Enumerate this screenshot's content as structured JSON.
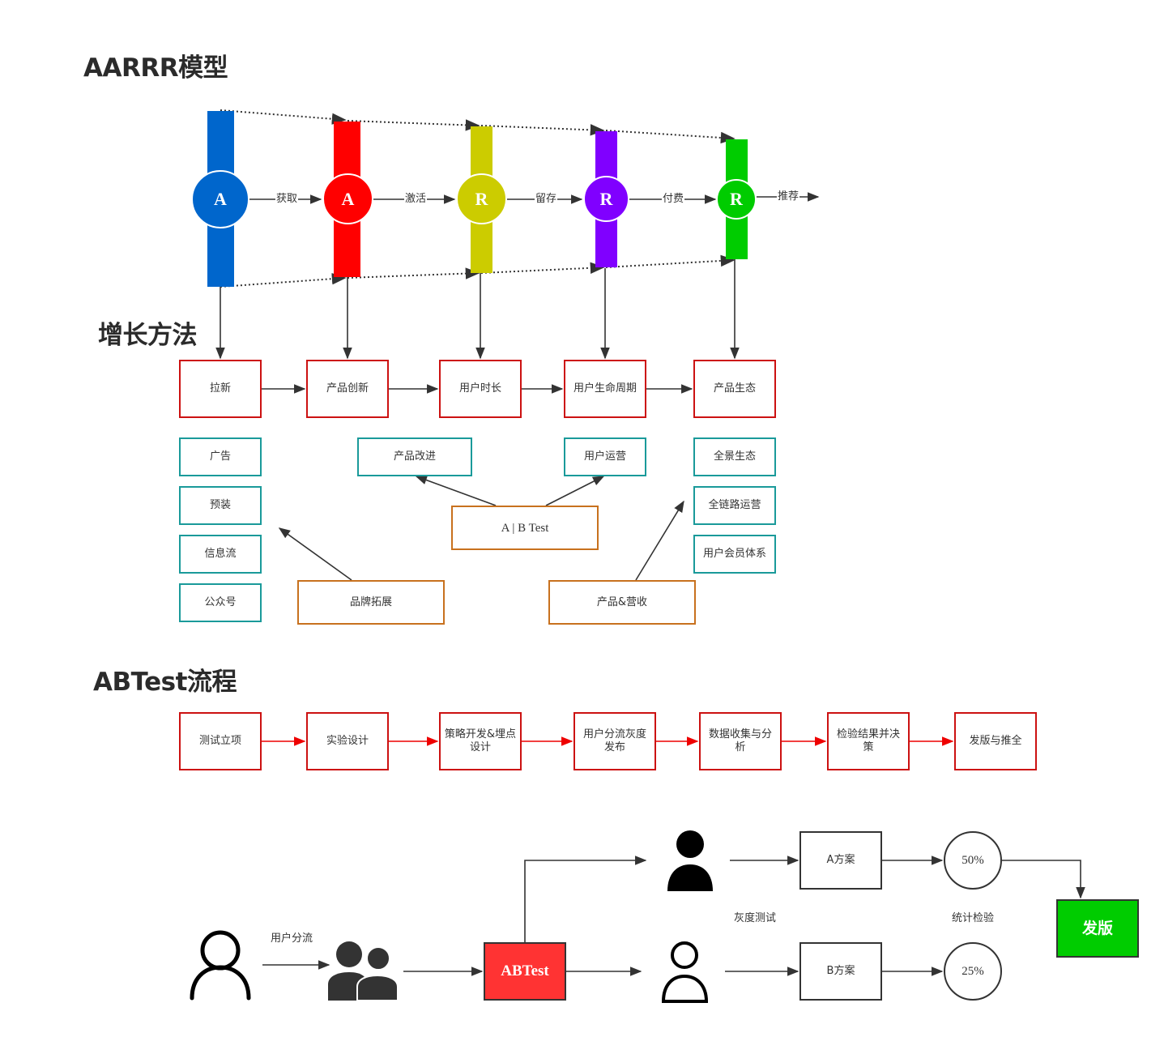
{
  "headings": {
    "aarrr": "AARRR模型",
    "growth": "增长方法",
    "abtest": "ABTest流程"
  },
  "funnel": {
    "stages": [
      {
        "letter": "A",
        "color": "#0066cc"
      },
      {
        "letter": "A",
        "color": "#ff0000"
      },
      {
        "letter": "R",
        "color": "#cccc00"
      },
      {
        "letter": "R",
        "color": "#8000ff"
      },
      {
        "letter": "R",
        "color": "#00cc00"
      }
    ],
    "transitions": [
      "获取",
      "激活",
      "留存",
      "付费",
      "推荐"
    ]
  },
  "growth": {
    "main": [
      "拉新",
      "产品创新",
      "用户时长",
      "用户生命周期",
      "产品生态"
    ],
    "acquire_channels": [
      "广告",
      "预装",
      "信息流",
      "公众号"
    ],
    "product_improve": "产品改进",
    "user_ops": "用户运营",
    "ecosystem": [
      "全景生态",
      "全链路运营",
      "用户会员体系"
    ],
    "ab_test": "A | B Test",
    "brand": "品牌拓展",
    "revenue": "产品&营收"
  },
  "abtest_flow": {
    "steps": [
      "测试立项",
      "实验设计",
      "策略开发&埋点设计",
      "用户分流灰度发布",
      "数据收集与分析",
      "检验结果并决策",
      "发版与推全"
    ]
  },
  "abtest_diagram": {
    "split_label": "用户分流",
    "center": "ABTest",
    "plan_a": "A方案",
    "plan_b": "B方案",
    "gray_label": "灰度测试",
    "stat_label": "统计检验",
    "pct_a": "50%",
    "pct_b": "25%",
    "release": "发版",
    "colors": {
      "abtest": "#ff3333",
      "release": "#00cc00"
    }
  }
}
